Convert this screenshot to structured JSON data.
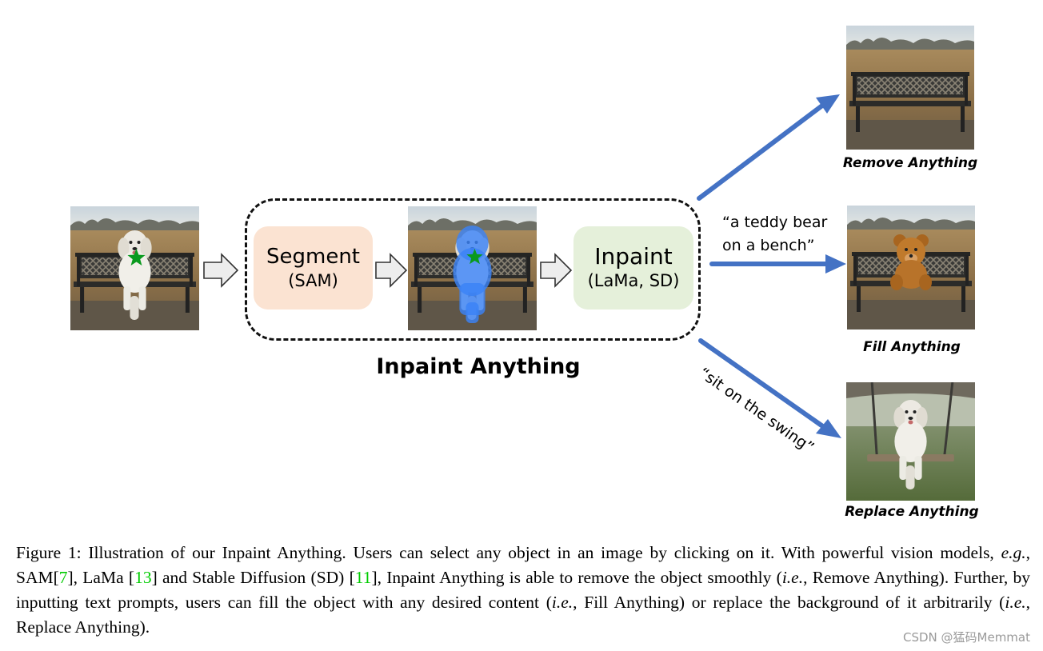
{
  "diagram": {
    "title": "Inpaint Anything",
    "segment_box": {
      "title": "Segment",
      "subtitle": "(SAM)"
    },
    "inpaint_box": {
      "title": "Inpaint",
      "subtitle": "(LaMa, SD)"
    },
    "outputs": [
      {
        "label": "Remove Anything"
      },
      {
        "label": "Fill Anything",
        "prompt_line1": "“a teddy bear",
        "prompt_line2": "on a bench”"
      },
      {
        "label": "Replace Anything",
        "prompt": "“sit on the swing”"
      }
    ],
    "colors": {
      "arrow_blue": "#4472c4",
      "segment_fill": "#fbe3d2",
      "inpaint_fill": "#e5f0da",
      "mask_blue": "#3b82f6",
      "star_green": "#0a9a1e"
    }
  },
  "caption": {
    "prefix": "Figure 1: Illustration of our Inpaint Anything. Users can select any object in an image by clicking on it. With powerful vision models, ",
    "eg": "e.g.",
    "sam": ", SAM[",
    "ref1": "7",
    "lama": "], LaMa [",
    "ref2": "13",
    "sd": "] and Stable Diffusion (SD) [",
    "ref3": "11",
    "mid1": "], Inpaint Anything is able to remove the object smoothly (",
    "ie1": "i.e.",
    "mid2": ", Remove Anything). Further, by inputting text prompts, users can fill the object with any desired content (",
    "ie2": "i.e.",
    "mid3": ", Fill Anything) or replace the background of it arbitrarily (",
    "ie3": "i.e.",
    "end": ", Replace Anything)."
  },
  "watermark": "CSDN @猛码Memmat"
}
